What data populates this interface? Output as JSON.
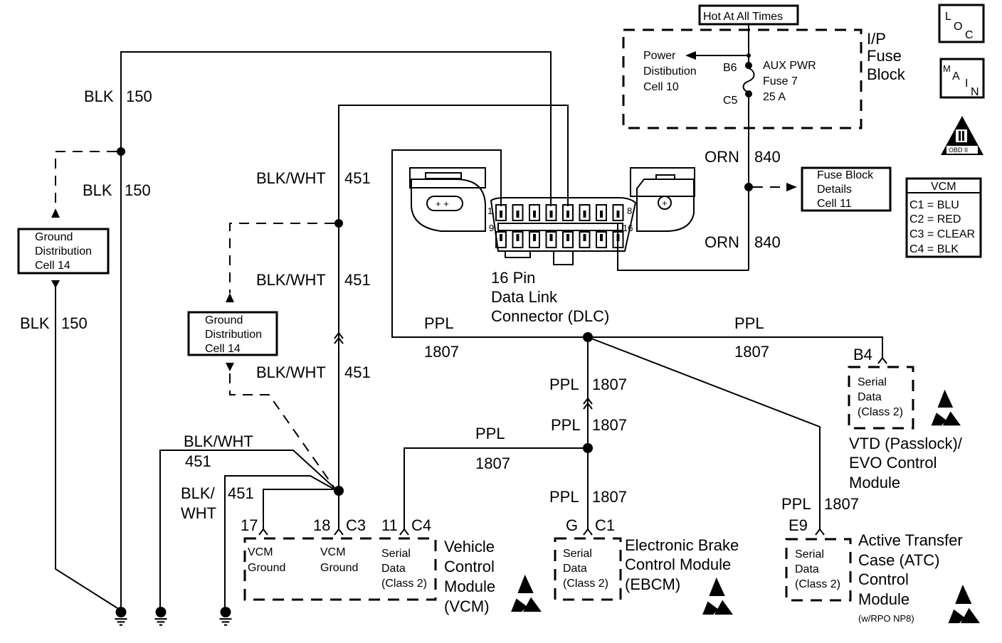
{
  "header": {
    "hot_label": "Hot At All Times",
    "fuse_block_title": [
      "I/P",
      "Fuse",
      "Block"
    ]
  },
  "fuse_block": {
    "power_dist": [
      "Power",
      "Distibution",
      "Cell 10"
    ],
    "pin_top": "B6",
    "pin_bottom": "C5",
    "fuse": [
      "AUX PWR",
      "Fuse 7",
      "25 A"
    ]
  },
  "badges": {
    "loc": [
      "L",
      "O",
      "C"
    ],
    "main": [
      "M",
      "A",
      "I",
      "N"
    ],
    "obd": "OBD II"
  },
  "fuse_details": [
    "Fuse Block",
    "Details",
    "Cell 11"
  ],
  "vcm_legend": {
    "title": "VCM",
    "rows": [
      "C1 = BLU",
      "C2 = RED",
      "C3 = CLEAR",
      "C4 = BLK"
    ]
  },
  "wires": {
    "blk": "BLK",
    "n150": "150",
    "blkwht": "BLK/WHT",
    "blk_slash": "BLK/",
    "wht": "WHT",
    "n451": "451",
    "orn": "ORN",
    "n840": "840",
    "ppl": "PPL",
    "n1807": "1807"
  },
  "ground_dist": [
    "Ground",
    "Distribution",
    "Cell 14"
  ],
  "dlc": {
    "label": [
      "16 Pin",
      "Data Link",
      "Connector (DLC)"
    ],
    "pins": [
      "1",
      "8",
      "9",
      "16"
    ]
  },
  "vcm_module": {
    "pins": [
      "17",
      "18",
      "C3",
      "11",
      "C4"
    ],
    "cells": [
      [
        "VCM",
        "Ground"
      ],
      [
        "VCM",
        "Ground"
      ],
      [
        "Serial",
        "Data",
        "(Class 2)"
      ]
    ],
    "name": [
      "Vehicle",
      "Control",
      "Module",
      "(VCM)"
    ]
  },
  "ebcm": {
    "pins": [
      "G",
      "C1"
    ],
    "cell": [
      "Serial",
      "Data",
      "(Class 2)"
    ],
    "name": [
      "Electronic Brake",
      "Control Module",
      "(EBCM)"
    ]
  },
  "vtd": {
    "pin": "B4",
    "cell": [
      "Serial",
      "Data",
      "(Class 2)"
    ],
    "name": [
      "VTD (Passlock)/",
      "EVO Control",
      "Module"
    ]
  },
  "atc": {
    "pin": "E9",
    "cell": [
      "Serial",
      "Data",
      "(Class 2)"
    ],
    "name": [
      "Active Transfer",
      "Case (ATC)",
      "Control",
      "Module"
    ],
    "note": "(w/RPO NP8)"
  }
}
